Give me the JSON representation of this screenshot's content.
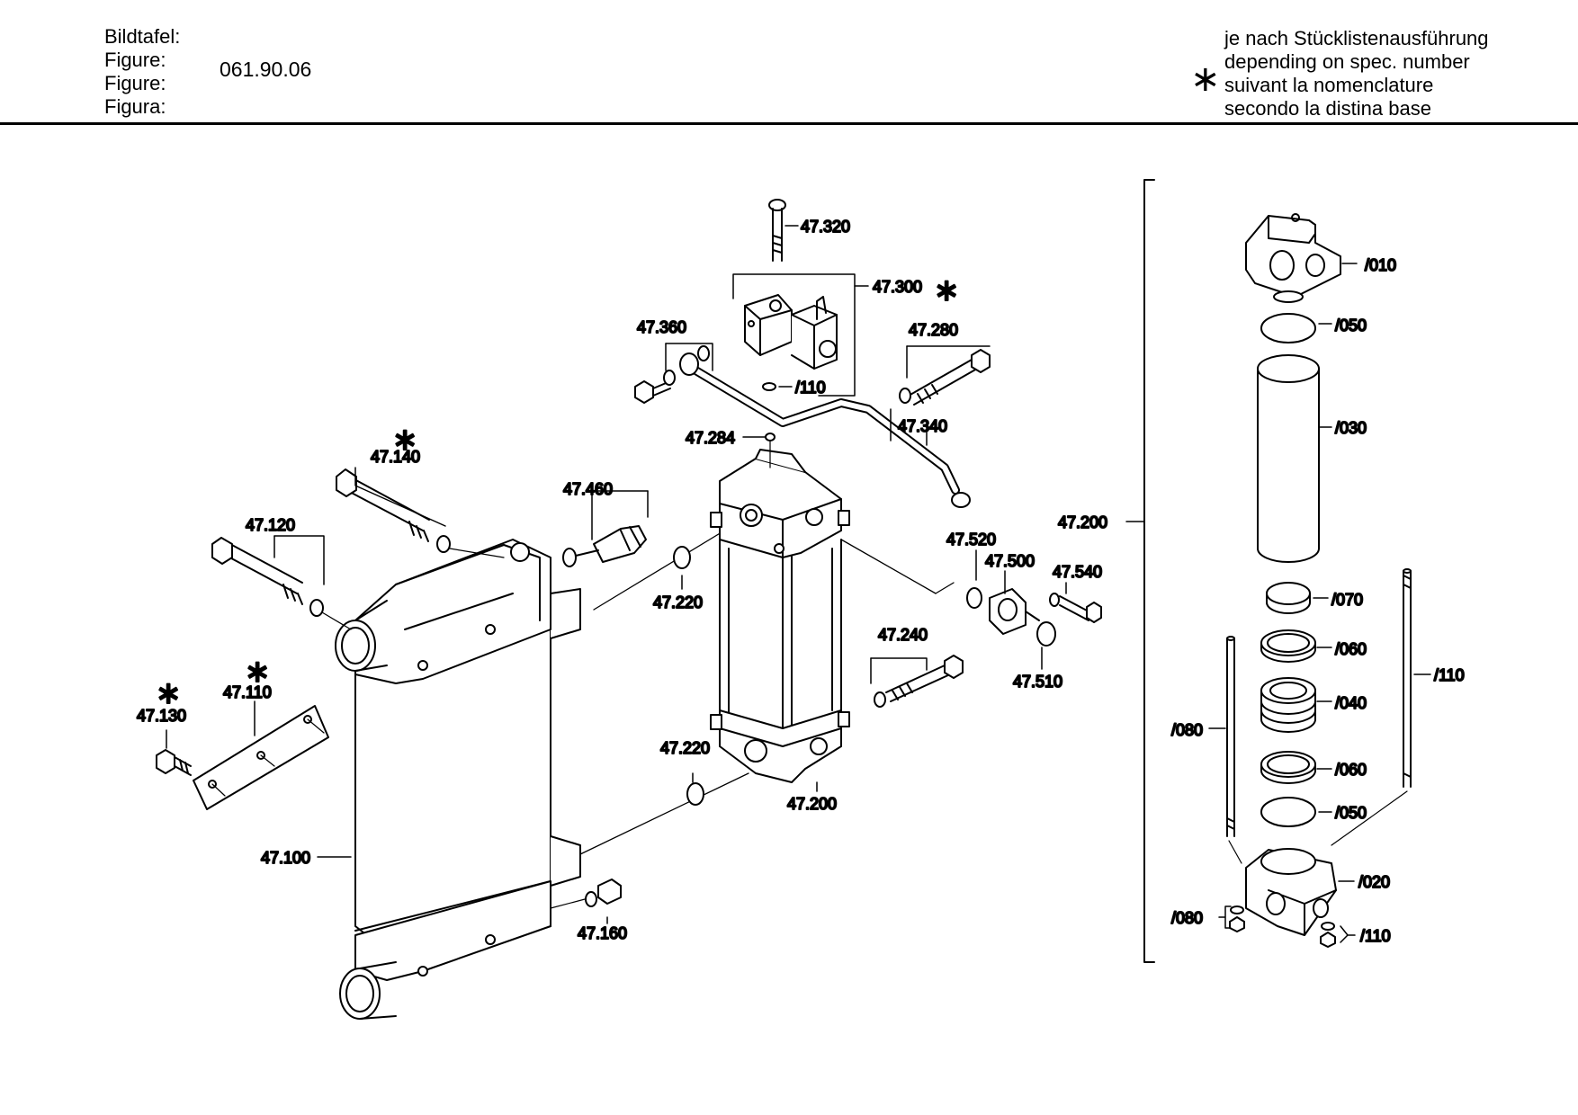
{
  "header": {
    "left_labels": [
      "Bildtafel:",
      "Figure:",
      "Figure:",
      "Figura:"
    ],
    "figure_number": "061.90.06",
    "right_lines": [
      "je nach Stücklistenausführung",
      "depending on spec. number",
      "suivant la nomenclature",
      "secondo la distina base"
    ],
    "marker_symbol": "∗"
  },
  "callouts": {
    "c47_320": "47.320",
    "c47_300": "47.300",
    "c47_360": "47.360",
    "c47_280": "47.280",
    "c110_top": "/110",
    "c47_284": "47.284",
    "c47_340": "47.340",
    "c47_140": "47.140",
    "c47_460": "47.460",
    "c47_120": "47.120",
    "c47_220_top": "47.220",
    "c47_520": "47.520",
    "c47_500": "47.500",
    "c47_540": "47.540",
    "c47_240": "47.240",
    "c47_510": "47.510",
    "c47_110": "47.110",
    "c47_130": "47.130",
    "c47_220_bot": "47.220",
    "c47_200_mid": "47.200",
    "c47_100": "47.100",
    "c47_160": "47.160",
    "c47_200_side": "47.200",
    "c010": "/010",
    "c050_a": "/050",
    "c030": "/030",
    "c070": "/070",
    "c060_a": "/060",
    "c040": "/040",
    "c110_side": "/110",
    "c080_a": "/080",
    "c060_b": "/060",
    "c050_b": "/050",
    "c020": "/020",
    "c080_b": "/080",
    "c110_bot": "/110"
  },
  "marker": "∗"
}
